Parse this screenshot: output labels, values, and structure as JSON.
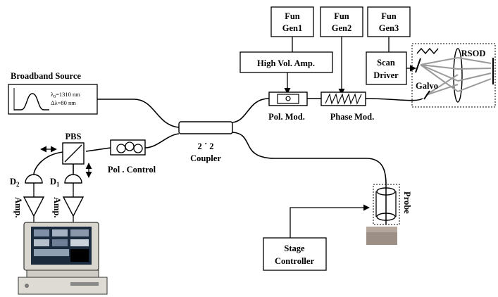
{
  "diagram": {
    "fun_gen1": [
      "Fun",
      "Gen1"
    ],
    "fun_gen2": [
      "Fun",
      "Gen2"
    ],
    "fun_gen3": [
      "Fun",
      "Gen3"
    ],
    "high_vol_amp": "High Vol. Amp.",
    "scan_driver": [
      "Scan",
      "Driver"
    ],
    "galvo": "Galvo",
    "rsod": "RSOD",
    "broadband_source": "Broadband Source",
    "lambda_label": "λ",
    "lambda_sub": "0",
    "lambda_value": "=1310 nm",
    "delta_lambda": "Δλ=80 nm",
    "pol_mod": "Pol.  Mod.",
    "phase_mod": "Phase Mod.",
    "coupler_ratio": "2 ´ 2",
    "coupler": "Coupler",
    "pbs": "PBS",
    "pol_control": "Pol . Control",
    "d2": "D",
    "d2_sub": "2",
    "d1": "D",
    "d1_sub": "1",
    "amp1": "Amp.",
    "amp2": "Amp.",
    "probe": "Probe",
    "stage_controller": [
      "Stage",
      "Controller"
    ]
  }
}
